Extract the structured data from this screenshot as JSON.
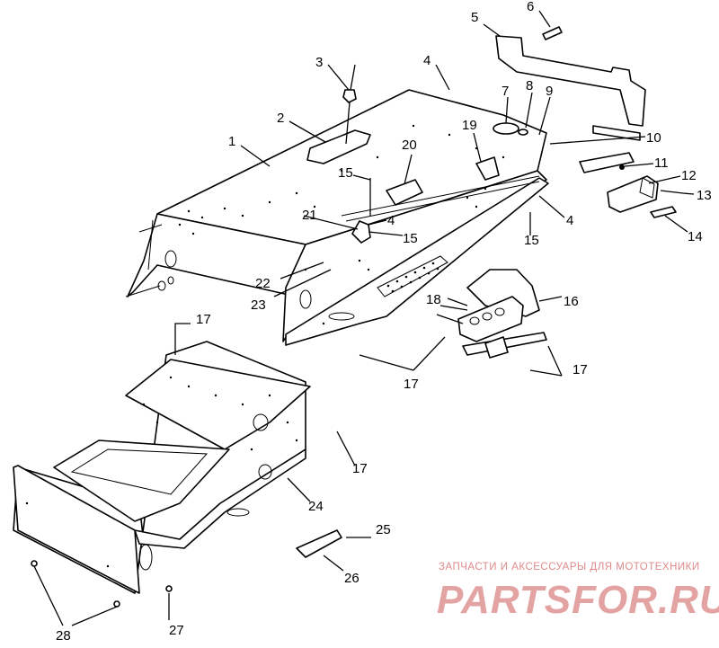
{
  "diagram": {
    "callouts": [
      {
        "id": "1",
        "label": "1"
      },
      {
        "id": "2",
        "label": "2"
      },
      {
        "id": "3",
        "label": "3"
      },
      {
        "id": "4a",
        "label": "4"
      },
      {
        "id": "4b",
        "label": "4"
      },
      {
        "id": "4c",
        "label": "4"
      },
      {
        "id": "5",
        "label": "5"
      },
      {
        "id": "6",
        "label": "6"
      },
      {
        "id": "7",
        "label": "7"
      },
      {
        "id": "8",
        "label": "8"
      },
      {
        "id": "9",
        "label": "9"
      },
      {
        "id": "10",
        "label": "10"
      },
      {
        "id": "11",
        "label": "11"
      },
      {
        "id": "12",
        "label": "12"
      },
      {
        "id": "13",
        "label": "13"
      },
      {
        "id": "14",
        "label": "14"
      },
      {
        "id": "15a",
        "label": "15"
      },
      {
        "id": "15b",
        "label": "15"
      },
      {
        "id": "15c",
        "label": "15"
      },
      {
        "id": "16",
        "label": "16"
      },
      {
        "id": "17a",
        "label": "17"
      },
      {
        "id": "17b",
        "label": "17"
      },
      {
        "id": "17c",
        "label": "17"
      },
      {
        "id": "17d",
        "label": "17"
      },
      {
        "id": "18",
        "label": "18"
      },
      {
        "id": "19",
        "label": "19"
      },
      {
        "id": "20",
        "label": "20"
      },
      {
        "id": "21",
        "label": "21"
      },
      {
        "id": "22",
        "label": "22"
      },
      {
        "id": "23",
        "label": "23"
      },
      {
        "id": "24",
        "label": "24"
      },
      {
        "id": "25",
        "label": "25"
      },
      {
        "id": "26",
        "label": "26"
      },
      {
        "id": "27",
        "label": "27"
      },
      {
        "id": "28",
        "label": "28"
      }
    ]
  },
  "watermark": {
    "tagline": "ЗАПЧАСТИ И АКСЕССУАРЫ ДЛЯ МОТОТЕХНИКИ",
    "brand": "PARTSFOR.RU"
  },
  "colors": {
    "line": "#000000",
    "watermark": "#e4a3a3"
  }
}
